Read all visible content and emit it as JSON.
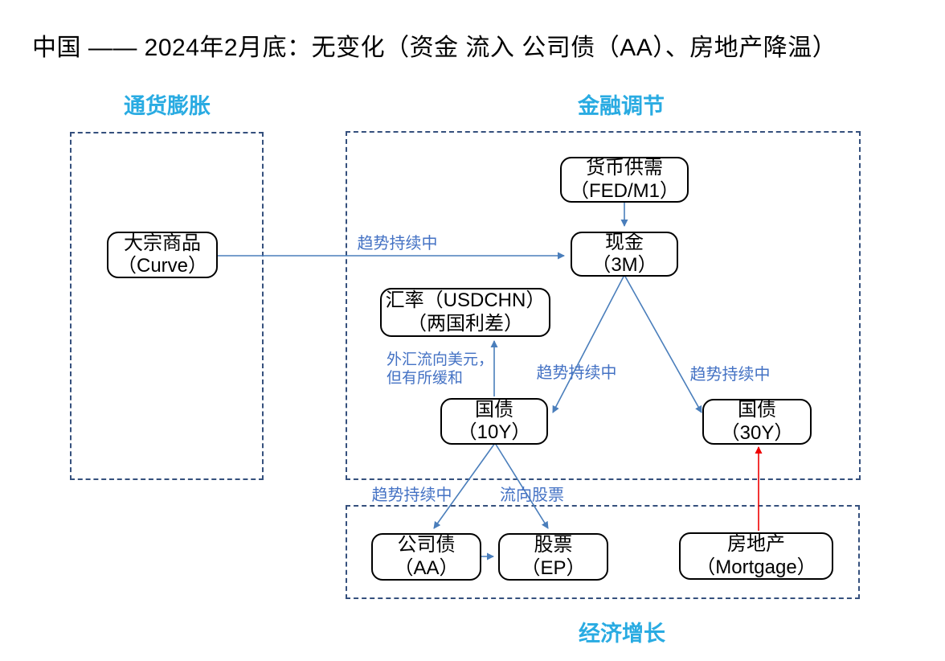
{
  "title": "中国 —— 2024年2月底：无变化（资金 流入 公司债（AA）、房地产降温）",
  "sections": {
    "inflation": {
      "label": "通货膨胀"
    },
    "financial": {
      "label": "金融调节"
    },
    "growth": {
      "label": "经济增长"
    }
  },
  "nodes": {
    "commodity": {
      "line1": "大宗商品",
      "line2": "（Curve）"
    },
    "money_supply": {
      "line1": "货币供需",
      "line2": "（FED/M1）"
    },
    "cash": {
      "line1": "现金",
      "line2": "（3M）"
    },
    "fx": {
      "line1": "汇率（USDCHN）",
      "line2": "（两国利差）"
    },
    "bond10": {
      "line1": "国债",
      "line2": "（10Y）"
    },
    "bond30": {
      "line1": "国债",
      "line2": "（30Y）"
    },
    "corp_bond": {
      "line1": "公司债",
      "line2": "（AA）"
    },
    "equity": {
      "line1": "股票",
      "line2": "（EP）"
    },
    "real_estate": {
      "line1": "房地产",
      "line2": "（Mortgage）"
    }
  },
  "edge_labels": {
    "trend_commodity": "趋势持续中",
    "trend_bond10": "趋势持续中",
    "trend_bond30": "趋势持续中",
    "trend_corp": "趋势持续中",
    "flow_equity": "流向股票",
    "fx_note_line1": "外汇流向美元，",
    "fx_note_line2": "但有所缓和"
  },
  "colors": {
    "background": "#FFFFFF",
    "section_label": "#29ABE2",
    "dashed_border": "#35507D",
    "connector_blue": "#4A7EBB",
    "edge_label_blue": "#4472C4",
    "connector_red": "#EE0000",
    "node_border": "#000000"
  }
}
